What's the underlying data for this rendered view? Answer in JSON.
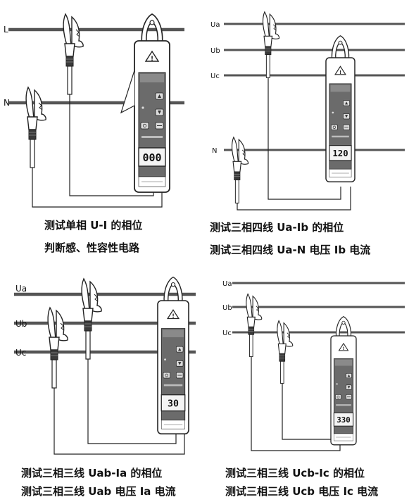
{
  "panels": [
    {
      "lines": [
        "L",
        "N"
      ],
      "display": "000",
      "caption": [
        "测试单相 U-I 的相位",
        "判断感、性容性电路"
      ]
    },
    {
      "lines": [
        "Ua",
        "Ub",
        "Uc",
        "N"
      ],
      "display": "120",
      "caption": [
        "测试三相四线 Ua-Ib 的相位",
        "测试三相四线 Ua-N 电压 Ib 电流"
      ]
    },
    {
      "lines": [
        "Ua",
        "Ub",
        "Uc"
      ],
      "display": "30",
      "caption": [
        "测试三相三线 Uab-Ia 的相位",
        "测试三相三线 Uab 电压 Ia 电流"
      ]
    },
    {
      "lines": [
        "Ua",
        "Ub",
        "Uc"
      ],
      "display": "330",
      "caption": [
        "测试三相三线 Ucb-Ic 的相位",
        "测试三相三线 Ucb 电压 Ic 电流"
      ]
    }
  ]
}
